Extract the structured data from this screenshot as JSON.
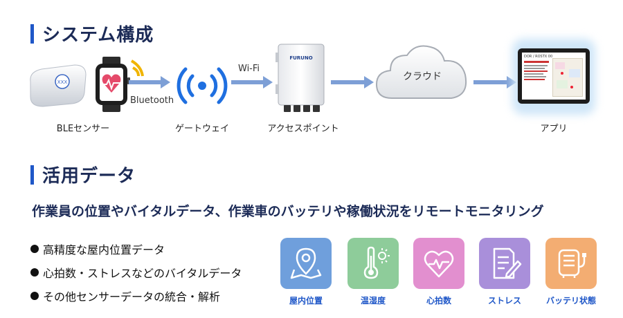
{
  "sections": {
    "system": "システム構成",
    "data": "活用データ"
  },
  "nodes": {
    "ble": "BLEセンサー",
    "gateway": "ゲートウェイ",
    "access_point": "アクセスポイント",
    "cloud": "クラウド",
    "app": "アプリ"
  },
  "connections": {
    "bluetooth": "Bluetooth",
    "wifi": "Wi-Fi"
  },
  "device_text": {
    "sensor_logo": "XXX",
    "ap_brand": "FURUNO",
    "app_screen_title": "DOR / ROSTX 00"
  },
  "lead": "作業員の位置やバイタルデータ、作業車のバッテリや稼働状況をリモートモニタリング",
  "bullets": [
    "高精度な屋内位置データ",
    "心拍数・ストレスなどのバイタルデータ",
    "その他センサーデータの統合・解析"
  ],
  "tiles": [
    {
      "label": "屋内位置",
      "color": "#6f9fdc",
      "icon": "map-pin-icon"
    },
    {
      "label": "温湿度",
      "color": "#8ecc9a",
      "icon": "thermometer-icon"
    },
    {
      "label": "心拍数",
      "color": "#e28fcf",
      "icon": "heart-icon"
    },
    {
      "label": "ストレス",
      "color": "#a98fda",
      "icon": "document-pen-icon"
    },
    {
      "label": "バッテリ状態",
      "color": "#f3ad72",
      "icon": "battery-icon"
    }
  ]
}
